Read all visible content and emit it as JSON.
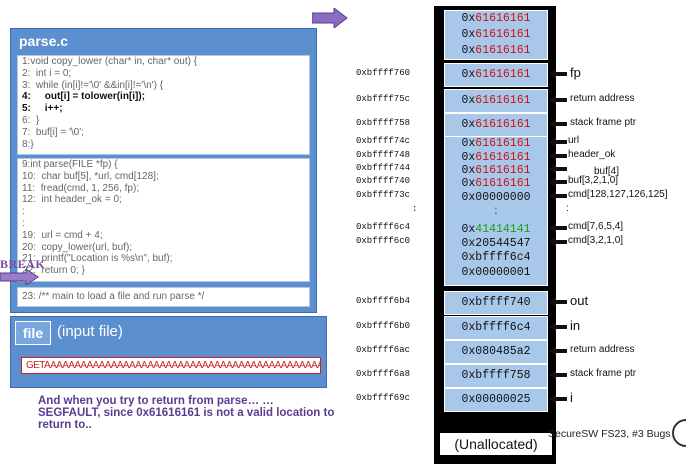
{
  "code_panel": {
    "title": "parse.c",
    "copy_lower_lines": [
      "1:void copy_lower (char* in, char* out) {",
      "2:  int i = 0;",
      "3:  while (in[i]!='\\0' &&in[i]!='\\n') {",
      "4:     out[i] = tolower(in[i]);",
      "5:     i++;",
      "6:  }",
      "7:  buf[i] = '\\0';",
      "8:}"
    ],
    "parse_lines": [
      "9:int parse(FILE *fp) {",
      "10:  char buf[5], *url, cmd[128];",
      "11:  fread(cmd, 1, 256, fp);",
      "12:  int header_ok = 0;",
      ":",
      ":",
      "19:  url = cmd + 4;",
      "20:  copy_lower(url, buf);",
      "21:  printf(\"Location is %s\\n\", buf);",
      "22:  return 0; }"
    ],
    "main_line": "23: /** main to load a file and run parse */",
    "break_label": "BREAK"
  },
  "file_panel": {
    "badge": "file",
    "subtitle": "(input file)",
    "content": "GETAAAAAAAAAAAAAAAAAAAAAAAAAAAAAAAAAAAAAAAAAAAAAAAAAAAAAAAAAA"
  },
  "bottom_text": "And when you try to return from parse… … SEGFAULT, since 0x61616161 is not  a valid location to return to..",
  "stack": {
    "top_cells": [
      "0x61616161",
      "0x61616161",
      "0x61616161"
    ],
    "frame_cells": [
      {
        "addr": "0xbffff760",
        "value": "0x61616161",
        "label": "fp"
      },
      {
        "addr": "0xbffff75c",
        "value": "0x61616161",
        "label": "return address"
      },
      {
        "addr": "0xbffff758",
        "value": "0x61616161",
        "label": "stack frame ptr"
      }
    ],
    "buffer_rows": [
      {
        "addr": "0xbffff74c",
        "value": "0x61616161",
        "label": "url"
      },
      {
        "addr": "0xbffff748",
        "value": "0x61616161",
        "label": "header_ok"
      },
      {
        "addr": "0xbffff744",
        "value": "0x61616161",
        "label": "buf[4]"
      },
      {
        "addr": "0xbffff740",
        "value": "0x61616161",
        "label": "buf[3,2,1,0]"
      },
      {
        "addr": "0xbffff73c",
        "value": "0x00000000",
        "label": "cmd[128,127,126,125]"
      },
      {
        "addr": ":",
        "value": ":",
        "label": ":"
      },
      {
        "addr": "0xbffff6c4",
        "value": "0x41414141",
        "label": "cmd[7,6,5,4]"
      },
      {
        "addr": "0xbffff6c0",
        "value": "0x20544547",
        "label": "cmd[3,2,1,0]"
      },
      {
        "addr": "",
        "value": "0xbffff6c4",
        "label": ""
      },
      {
        "addr": "",
        "value": "0x00000001",
        "label": ""
      }
    ],
    "lower_cells": [
      {
        "addr": "0xbffff6b4",
        "value": "0xbffff740",
        "label": "out"
      },
      {
        "addr": "0xbffff6b0",
        "value": "0xbffff6c4",
        "label": "in"
      },
      {
        "addr": "0xbffff6ac",
        "value": "0x080485a2",
        "label": "return address"
      },
      {
        "addr": "0xbffff6a8",
        "value": "0xbffff758",
        "label": "stack frame ptr"
      },
      {
        "addr": "0xbffff69c",
        "value": "0x00000025",
        "label": "i"
      }
    ],
    "unallocated": "(Unallocated)"
  },
  "footer": "SecureSW FS23, #3 Bugs",
  "colors": {
    "accent": "#5b8fd0",
    "stack_cell": "#a8c8ea",
    "overflow_red": "#cc1414",
    "green": "#1aa01a",
    "purple": "#7c4aa8"
  }
}
